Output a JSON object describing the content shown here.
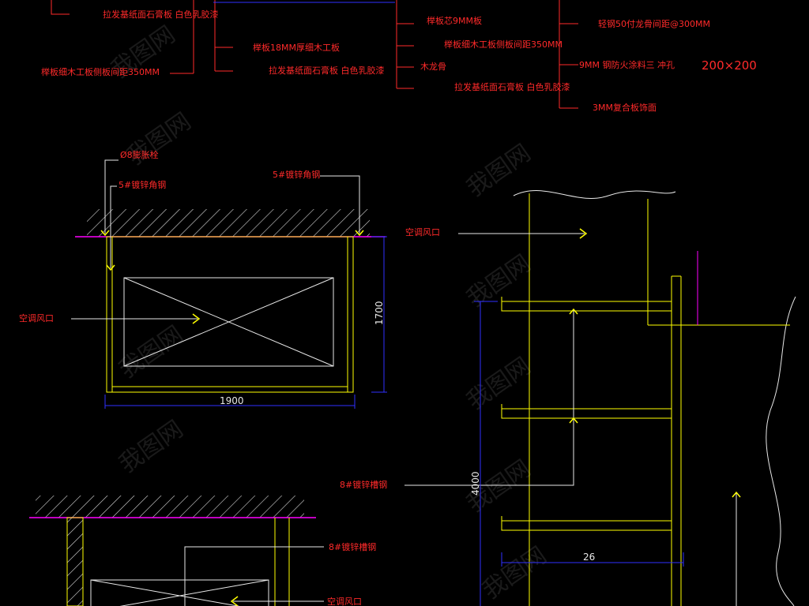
{
  "top_labels": {
    "l1": "拉发基纸面石膏板 白色乳胶漆",
    "l2": "榉板细木工板侧板间距350MM",
    "l3": "榉板18MM厚细木工板",
    "l4": "拉发基纸面石膏板 白色乳胶漆",
    "l5": "榉板芯9MM板",
    "l6": "榉板细木工板侧板间距350MM",
    "l7": "木龙骨",
    "l8": "拉发基纸面石膏板 白色乳胶漆",
    "l9": "轻钢50付龙骨间距@300MM",
    "l10": "9MM 钢防火涂料三 冲孔",
    "l11": "3MM复合板饰面",
    "size": "200×200"
  },
  "section_a": {
    "bolt": "Ø8膨胀栓",
    "angle_left": "5#镀锌角钢",
    "angle_right": "5#镀锌角钢",
    "vent": "空调风口",
    "dim_width": "1900",
    "dim_height": "1700"
  },
  "section_b": {
    "channel": "8#镀锌槽钢",
    "vent": "空调风口"
  },
  "section_c": {
    "vent": "空调风口",
    "channel": "8#镀锌槽钢",
    "dim_height": "4000",
    "dim_width": "26"
  },
  "watermark": "我图网",
  "colors": {
    "red": "#ff2a2a",
    "yellow": "#ffff00",
    "magenta": "#ff00ff",
    "blue": "#3030ff",
    "white": "#e8e8e8"
  }
}
